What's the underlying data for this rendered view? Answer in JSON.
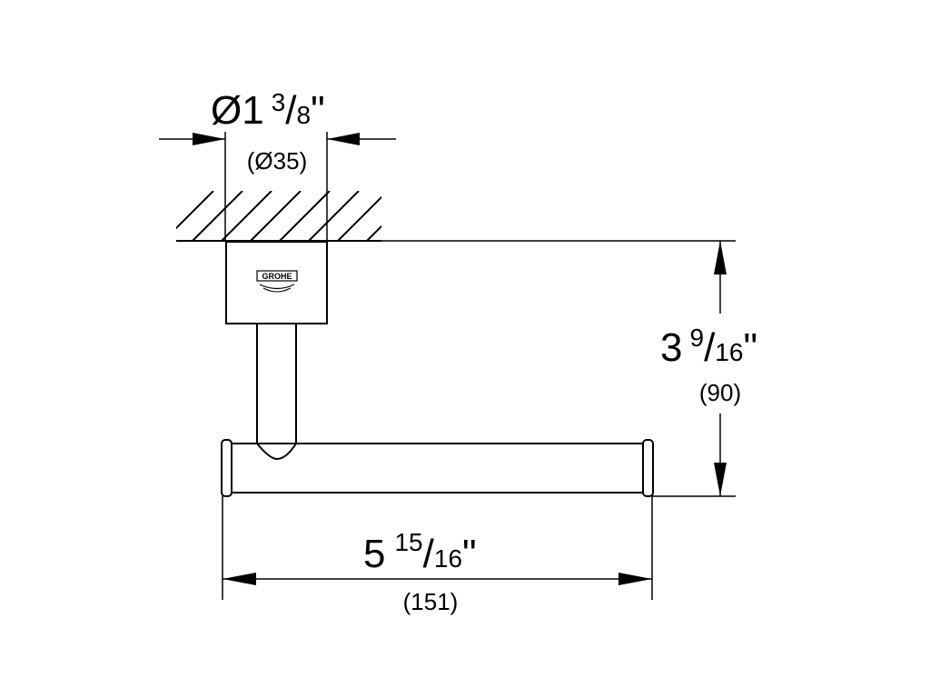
{
  "dimensions": {
    "diameter": {
      "symbol": "Ø",
      "whole": "1",
      "numerator": "3",
      "denominator": "8",
      "unit": "\"",
      "metric": "(Ø35)"
    },
    "height": {
      "whole": "3",
      "numerator": "9",
      "denominator": "16",
      "unit": "\"",
      "metric": "(90)"
    },
    "width": {
      "whole": "5",
      "numerator": "15",
      "denominator": "16",
      "unit": "\"",
      "metric": "(151)"
    }
  },
  "logo": {
    "text": "GROHE"
  }
}
